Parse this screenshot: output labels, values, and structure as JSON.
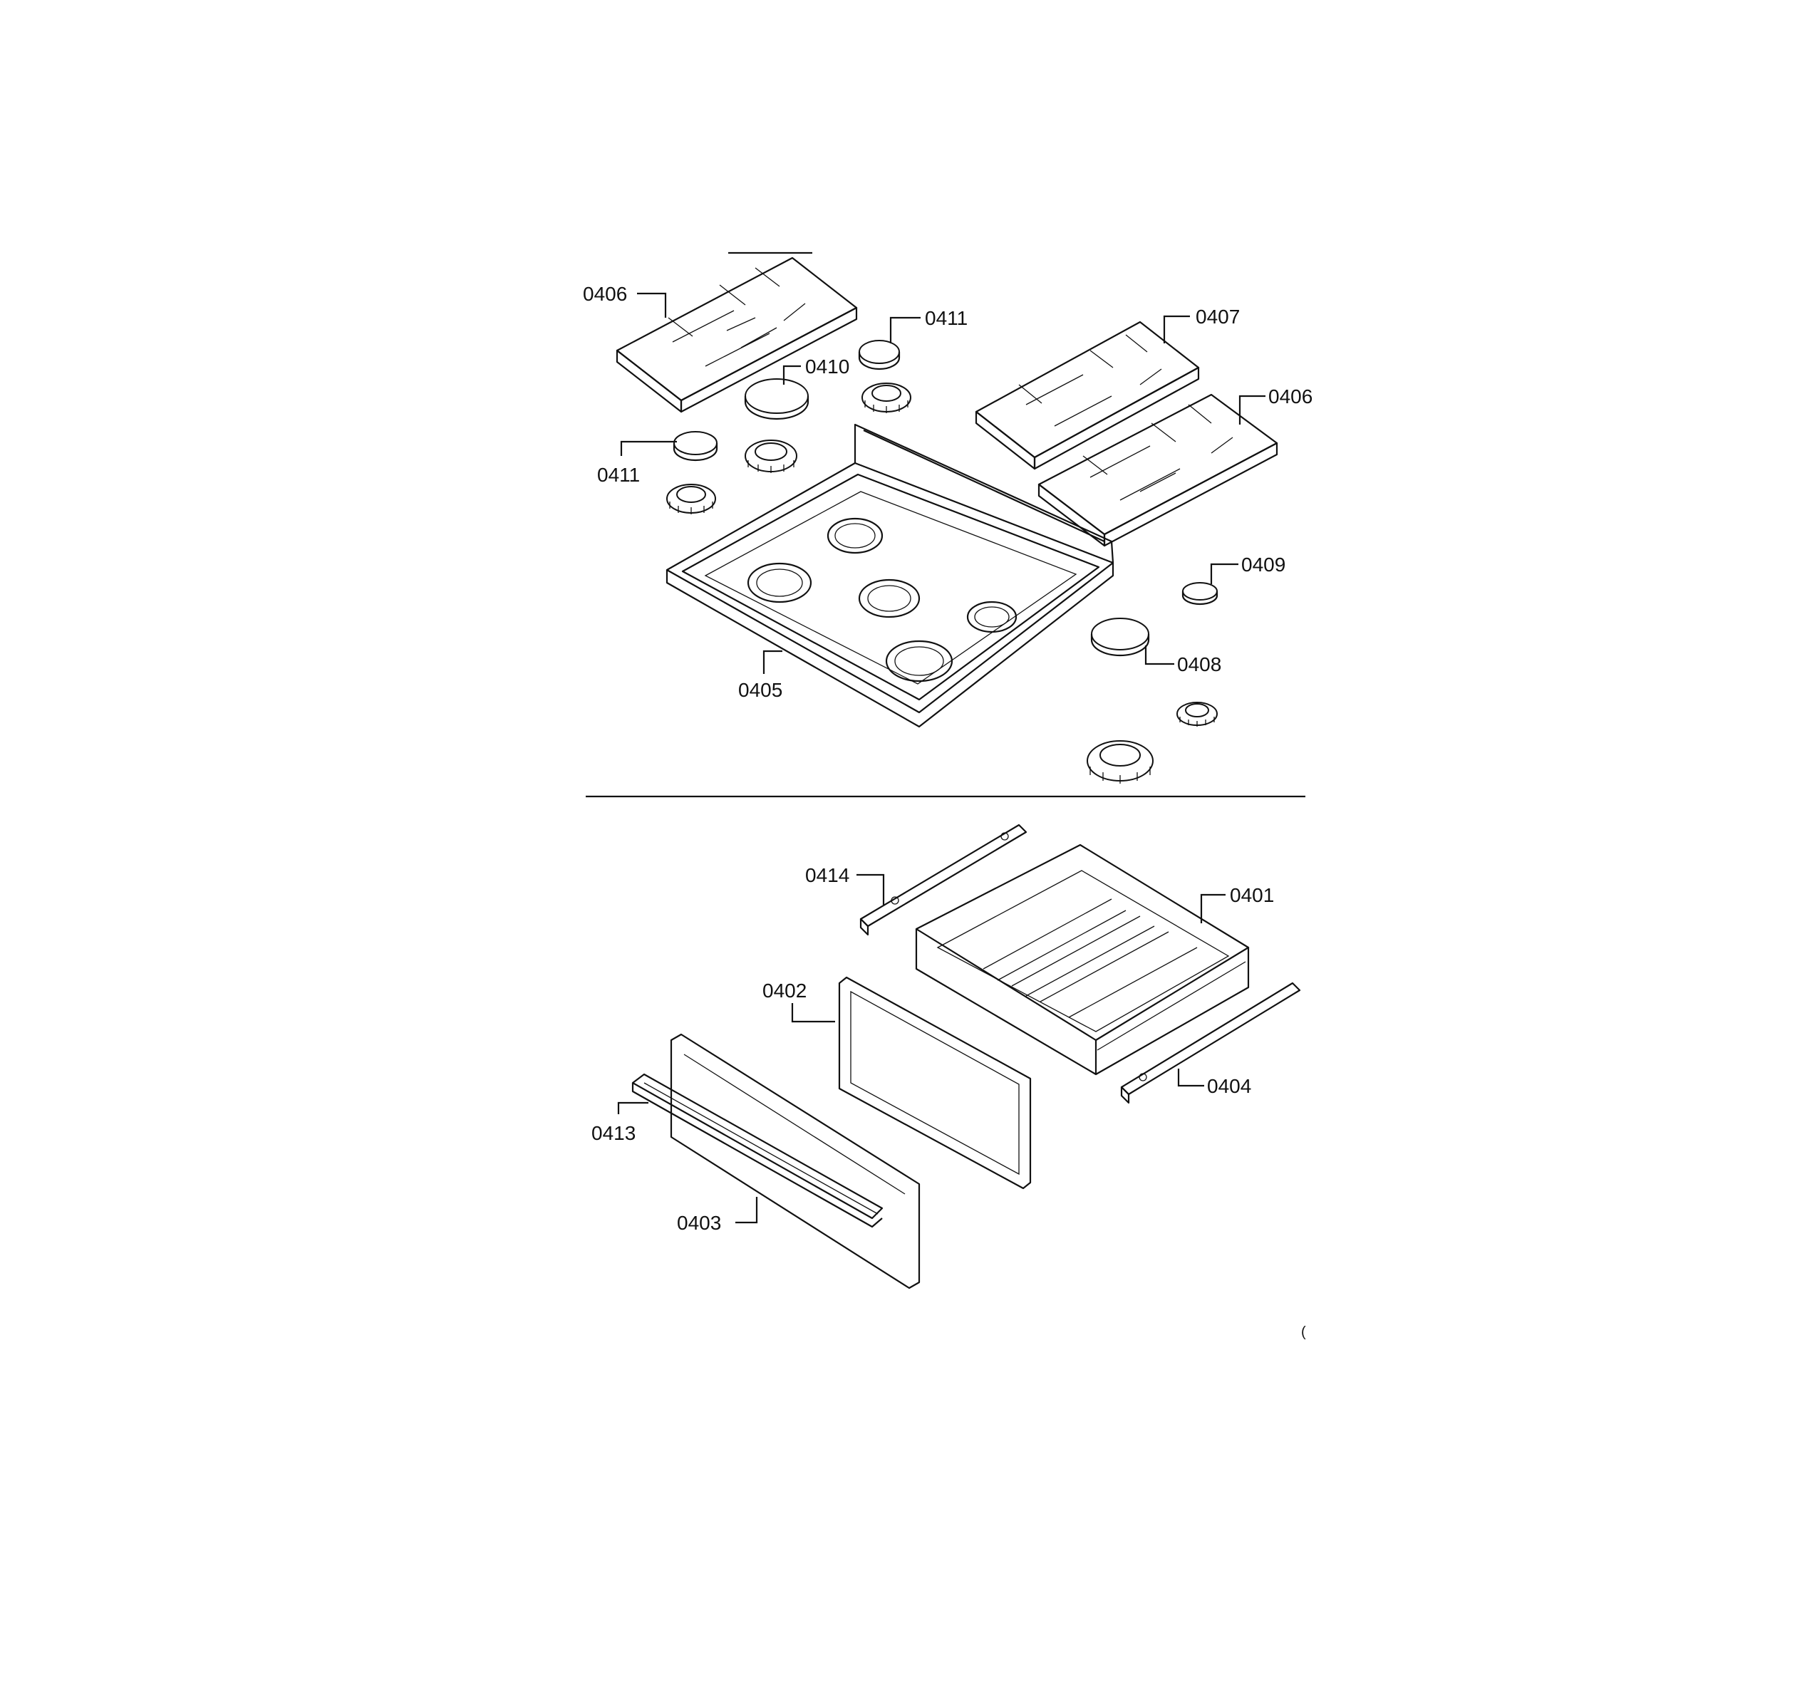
{
  "callouts": [
    {
      "id": "c-0406-a",
      "text": "0406"
    },
    {
      "id": "c-0411-a",
      "text": "0411"
    },
    {
      "id": "c-0410",
      "text": "0410"
    },
    {
      "id": "c-0411-b",
      "text": "0411"
    },
    {
      "id": "c-0407",
      "text": "0407"
    },
    {
      "id": "c-0406-b",
      "text": "0406"
    },
    {
      "id": "c-0409",
      "text": "0409"
    },
    {
      "id": "c-0408",
      "text": "0408"
    },
    {
      "id": "c-0405",
      "text": "0405"
    },
    {
      "id": "c-0414",
      "text": "0414"
    },
    {
      "id": "c-0401",
      "text": "0401"
    },
    {
      "id": "c-0402",
      "text": "0402"
    },
    {
      "id": "c-0404",
      "text": "0404"
    },
    {
      "id": "c-0413",
      "text": "0413"
    },
    {
      "id": "c-0403",
      "text": "0403"
    }
  ],
  "stray_mark": "("
}
